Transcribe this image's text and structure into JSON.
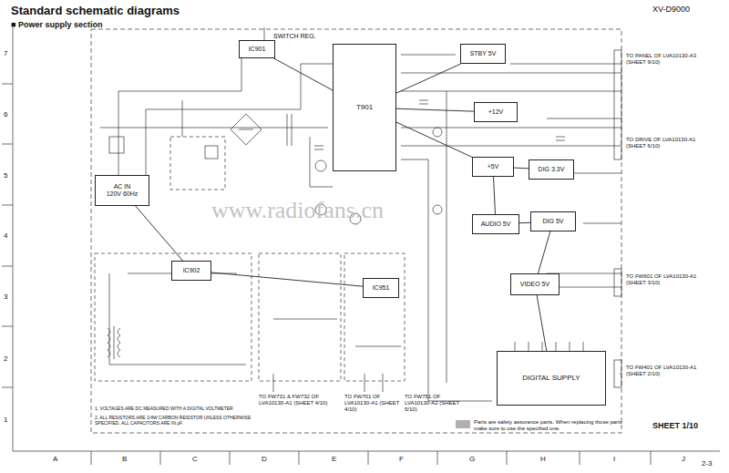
{
  "diagram": {
    "title": "Standard schematic diagrams",
    "nodes": [
      {
        "text": [
          "IC901"
        ]
      },
      {
        "text": [
          "T901"
        ]
      },
      {
        "text": [
          "AC IN",
          "120V 60Hz"
        ]
      },
      {
        "text": [
          "STBY 5V"
        ]
      },
      {
        "text": [
          "+12V"
        ]
      },
      {
        "text": [
          "+5V"
        ]
      },
      {
        "text": [
          "DIG 3.3V"
        ]
      },
      {
        "text": [
          "AUDIO 5V"
        ]
      },
      {
        "text": [
          "DIG 5V"
        ]
      },
      {
        "text": [
          "VIDEO 5V"
        ]
      },
      {
        "text": [
          "DIGITAL SUPPLY"
        ]
      },
      {
        "text": [
          "IC951"
        ]
      },
      {
        "text": [
          "IC902"
        ]
      }
    ],
    "edges": [
      {
        "from": 0,
        "to": 1,
        "arrow": "none"
      },
      {
        "from": 1,
        "to": 3,
        "arrow": "none"
      },
      {
        "from": 1,
        "to": 4,
        "arrow": "none"
      },
      {
        "from": 1,
        "to": 5,
        "arrow": "none"
      },
      {
        "from": 5,
        "to": 6,
        "arrow": "none"
      },
      {
        "from": 5,
        "to": 7,
        "arrow": "none"
      },
      {
        "from": 7,
        "to": 8,
        "arrow": "none"
      },
      {
        "from": 8,
        "to": 9,
        "arrow": "none"
      },
      {
        "from": 9,
        "to": 10,
        "arrow": "none"
      },
      {
        "from": 2,
        "to": 12,
        "arrow": "none"
      },
      {
        "from": 12,
        "to": 11,
        "arrow": "none"
      }
    ],
    "labels": [
      "XV-D9000",
      "■ Power supply section",
      "7",
      "6",
      "5",
      "4",
      "3",
      "2",
      "1",
      "A",
      "B",
      "C",
      "D",
      "E",
      "F",
      "G",
      "H",
      "I",
      "J",
      "SHEET 1/10",
      "2-3",
      "TO FW731 & FW732 OF LVA10130-A1 (SHEET 4/10)",
      "TO FW701 OF LVA10130-A1 (SHEET 4/10)",
      "TO FW751 OF LVA10130-A2 (SHEET 5/10)",
      "TO PANEL OF LVA10130-A3 (SHEET 9/10)",
      "TO DRIVE OF LVA10130-A1 (SHEET 6/10)",
      "TO FW601 OF LVA10130-A1 (SHEET 3/10)",
      "TO FW401 OF LVA10130-A1 (SHEET 2/10)",
      "1. VOLTAGES ARE DC MEASURED WITH A DIGITAL VOLTMETER",
      "2. ALL RESISTORS ARE 1/4W CARBON RESISTOR UNLESS OTHERWISE SPECIFIED. ALL CAPACITORS ARE IN μF.",
      "www.radiofans.cn",
      "SWITCH REG."
    ],
    "legend": [
      {
        "text": "Parts are safety assurance parts. When replacing those parts make sure to use the specified one.",
        "color": "#b0b0b0"
      }
    ]
  }
}
